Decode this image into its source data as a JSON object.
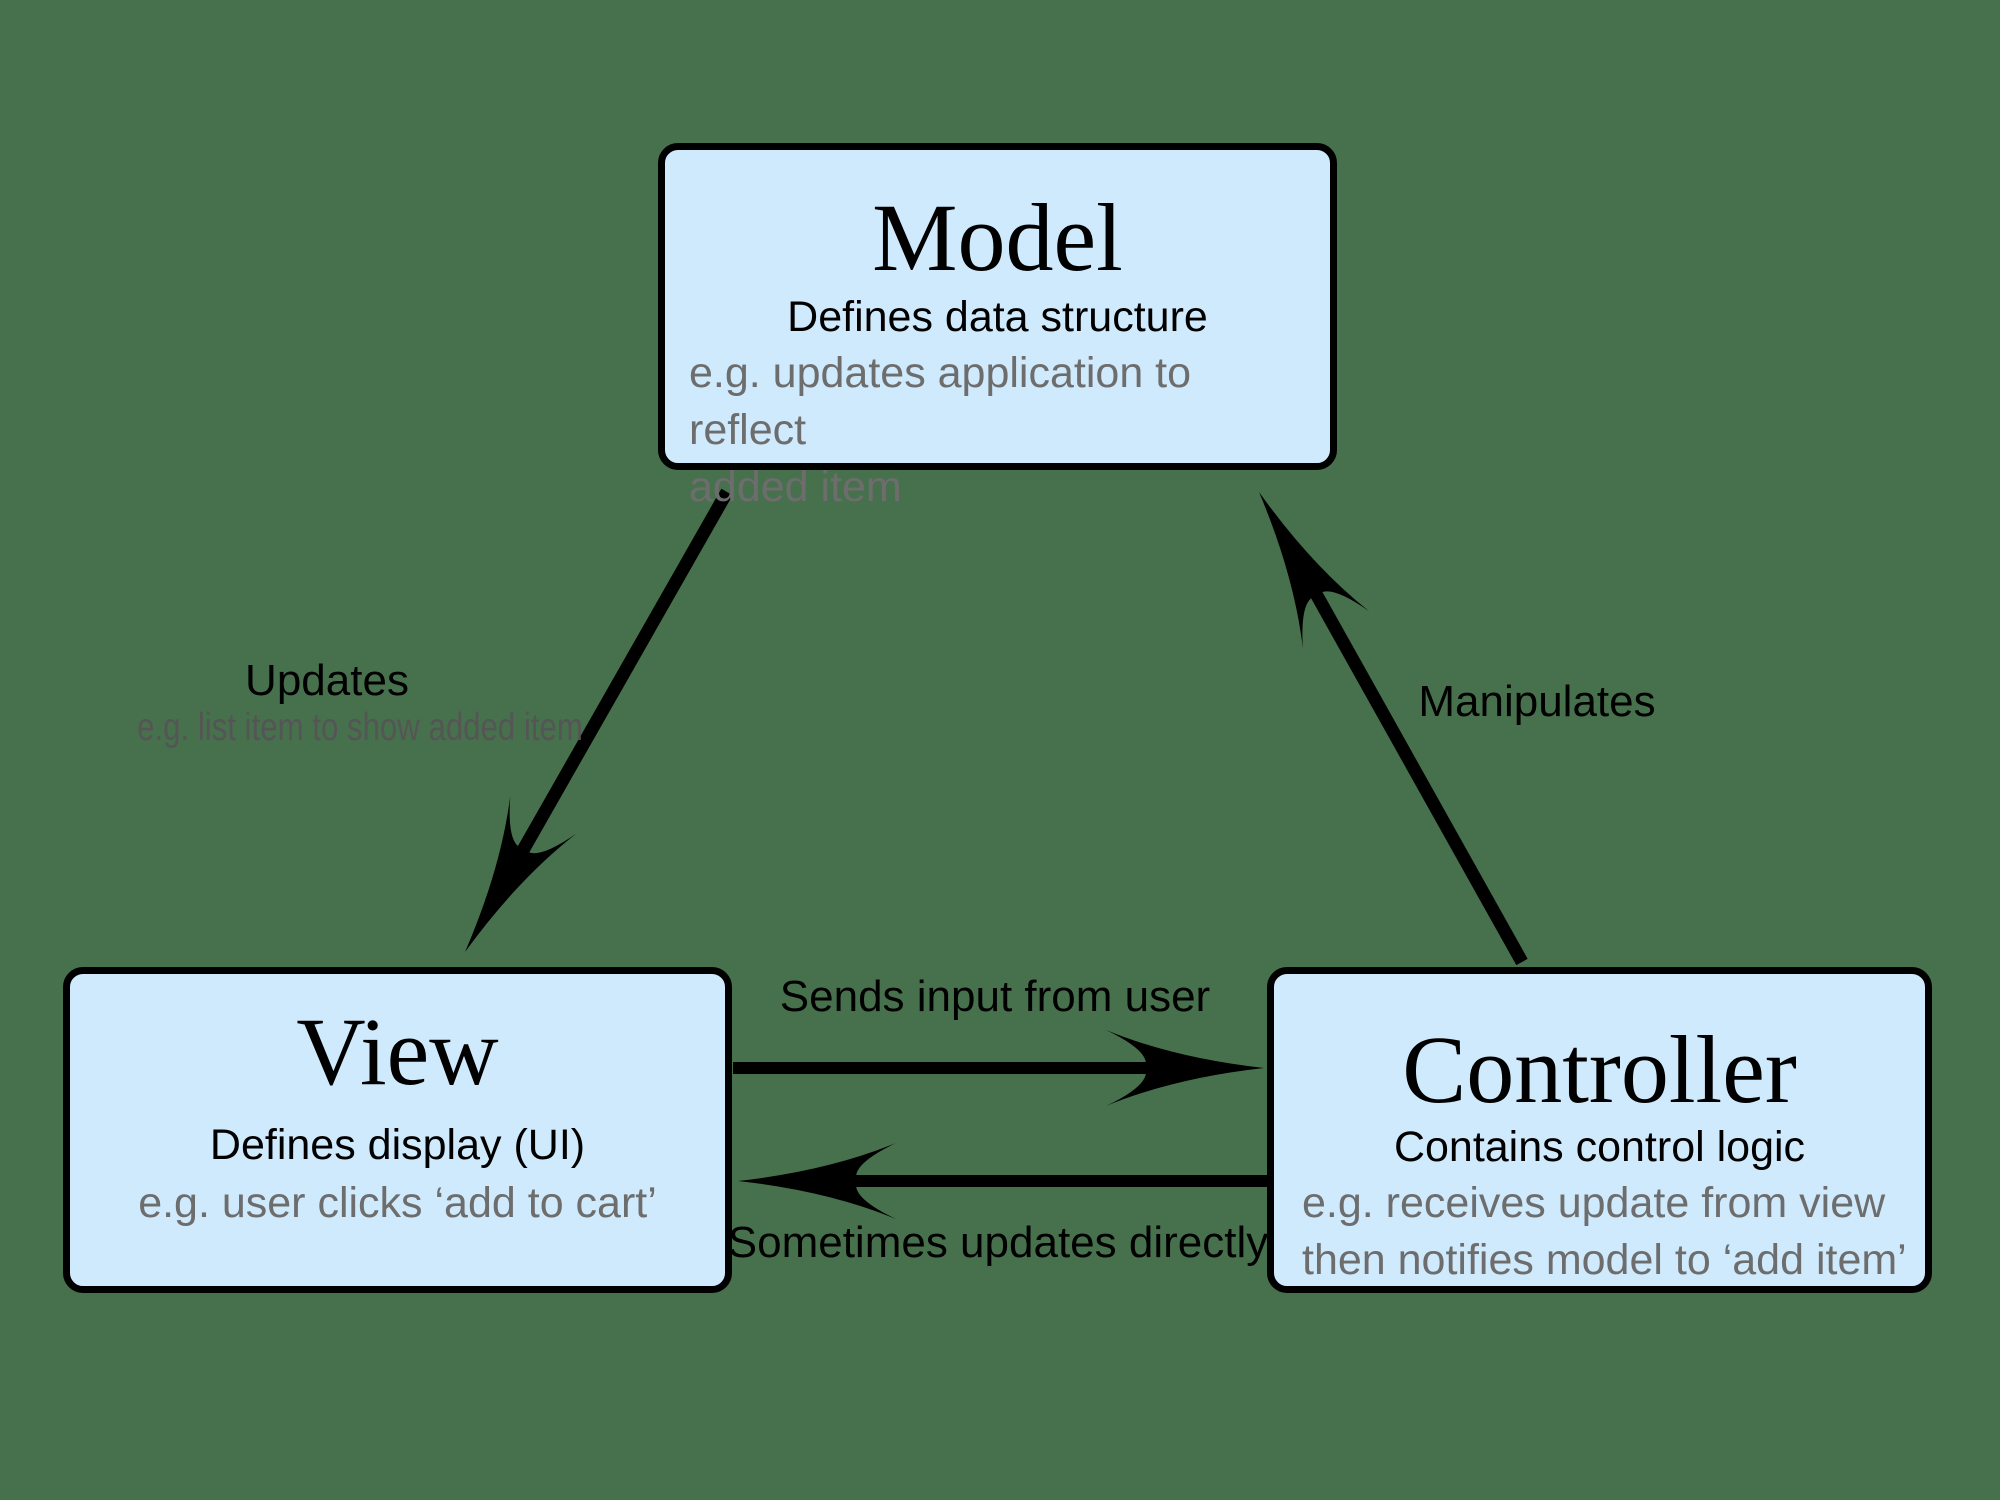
{
  "colors": {
    "background": "#47714d",
    "box_fill": "#cfeafc",
    "box_border": "#000000",
    "text_primary": "#000000",
    "text_secondary": "#6d6d6d",
    "arrow": "#000000"
  },
  "boxes": {
    "model": {
      "title": "Model",
      "subtitle": "Defines data structure",
      "example": "e.g. updates application to reflect\nadded item"
    },
    "view": {
      "title": "View",
      "subtitle": "Defines display (UI)",
      "example": "e.g. user clicks ‘add to cart’"
    },
    "controller": {
      "title": "Controller",
      "subtitle": "Contains control logic",
      "example": "e.g. receives update from view\nthen notifies model to ‘add item’"
    }
  },
  "arrows": {
    "updates": {
      "label": "Updates",
      "sublabel": "e.g. list item to show added item",
      "from": "model",
      "to": "view"
    },
    "manipulates": {
      "label": "Manipulates",
      "from": "controller",
      "to": "model"
    },
    "sends_input": {
      "label": "Sends input from user",
      "from": "view",
      "to": "controller"
    },
    "sometimes_updates": {
      "label": "Sometimes updates directly",
      "from": "controller",
      "to": "view"
    }
  }
}
